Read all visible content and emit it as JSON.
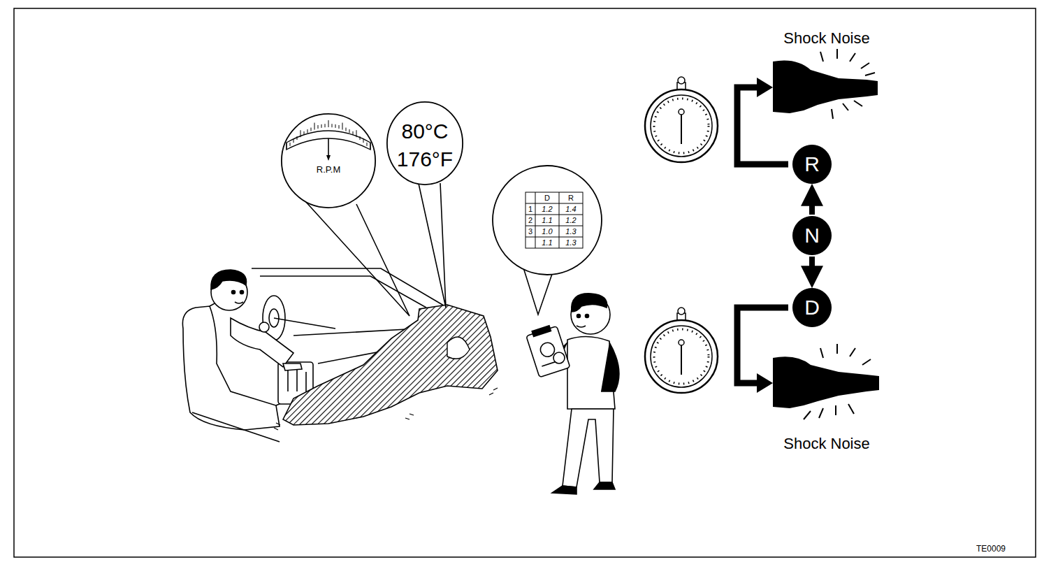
{
  "diagram": {
    "nodes": [
      {
        "text": [
          "R.P.M"
        ]
      },
      {
        "text": [
          "80°C",
          "176°F"
        ]
      },
      {
        "text": [
          "R"
        ]
      },
      {
        "text": [
          "N"
        ]
      },
      {
        "text": [
          "D"
        ]
      }
    ],
    "edges": [
      {
        "from": 3,
        "to": 2,
        "arrow": "to"
      },
      {
        "from": 3,
        "to": 4,
        "arrow": "to"
      }
    ],
    "labels": [
      "Shock Noise",
      "D",
      "R",
      "1",
      "1.2",
      "1.4",
      "2",
      "1.1",
      "1.2",
      "3",
      "1.0",
      "1.3",
      "1.1",
      "1.3",
      "Shock Noise",
      "TE0009"
    ]
  }
}
